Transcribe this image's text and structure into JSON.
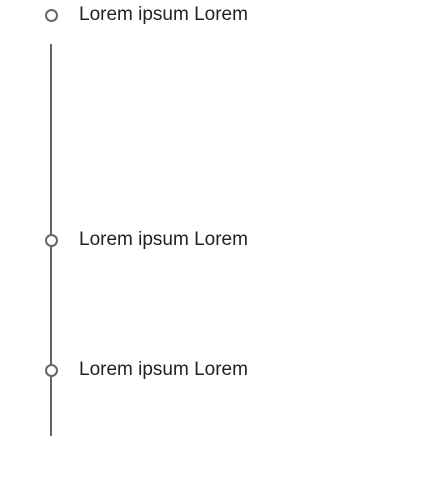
{
  "colors": {
    "line": "#666666",
    "marker_border": "#666666",
    "marker_fill": "#ffffff",
    "text": "#222222",
    "background": "#ffffff"
  },
  "timeline": {
    "items": [
      {
        "label": "Lorem ipsum Lorem",
        "icon": "circle-marker-icon"
      },
      {
        "label": "Lorem ipsum Lorem",
        "icon": "circle-marker-icon"
      },
      {
        "label": "Lorem ipsum Lorem",
        "icon": "circle-marker-icon"
      }
    ]
  }
}
